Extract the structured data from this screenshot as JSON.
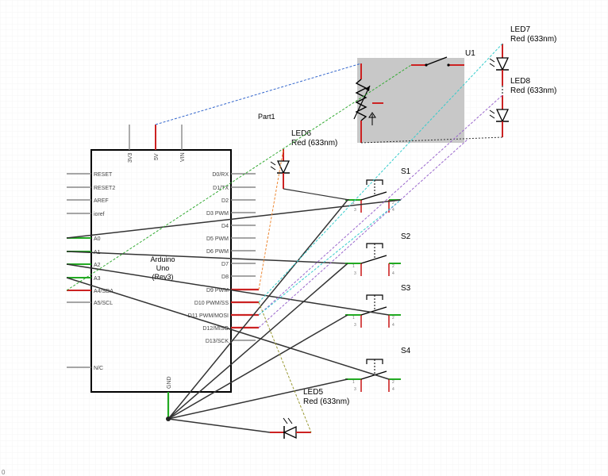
{
  "canvas": {
    "background": "#ffffff",
    "grid_color": "#eeeeee",
    "origin_marker": "0"
  },
  "colors": {
    "wire": "#333333",
    "pin_active": "#cc2222",
    "pin_connected": "#22aa22",
    "pin_idle": "#888888",
    "wire_blue": "#3366cc",
    "wire_green_dotted": "#33aa33",
    "wire_cyan": "#33cccc",
    "wire_purple": "#9966cc",
    "wire_orange": "#ee8833",
    "wire_olive": "#999933",
    "selection_fill": "#c8c8c8"
  },
  "arduino": {
    "title": "Arduino",
    "subtitle": "Uno",
    "revision": "(Rev3)",
    "top_pins": [
      "3V3",
      "5V",
      "VIN"
    ],
    "left_pins": [
      "RESET",
      "RESET2",
      "AREF",
      "ioref",
      "A0",
      "A1",
      "A2",
      "A3",
      "A4/SDA",
      "A5/SCL",
      "N/C"
    ],
    "right_pins": [
      "D0/RX",
      "D1/TX",
      "D2",
      "D3 PWM",
      "D4",
      "D5 PWM",
      "D6 PWM",
      "D7",
      "D8",
      "D9 PWM",
      "D10 PWM/SS",
      "D11 PWM/MOSI",
      "D12/MISO",
      "D13/SCK"
    ],
    "bottom_pin": "GND"
  },
  "part_label": "Part1",
  "u1": {
    "label": "U1"
  },
  "leds": [
    {
      "id": "LED6",
      "name": "LED6",
      "spec": "Red (633nm)"
    },
    {
      "id": "LED7",
      "name": "LED7",
      "spec": "Red (633nm)"
    },
    {
      "id": "LED8",
      "name": "LED8",
      "spec": "Red (633nm)"
    },
    {
      "id": "LED5",
      "name": "LED5",
      "spec": "Red (633nm)"
    }
  ],
  "switches": [
    {
      "id": "S1",
      "label": "S1"
    },
    {
      "id": "S2",
      "label": "S2"
    },
    {
      "id": "S3",
      "label": "S3"
    },
    {
      "id": "S4",
      "label": "S4"
    }
  ],
  "switch_pin_numbers": [
    "1",
    "2",
    "3",
    "4"
  ]
}
